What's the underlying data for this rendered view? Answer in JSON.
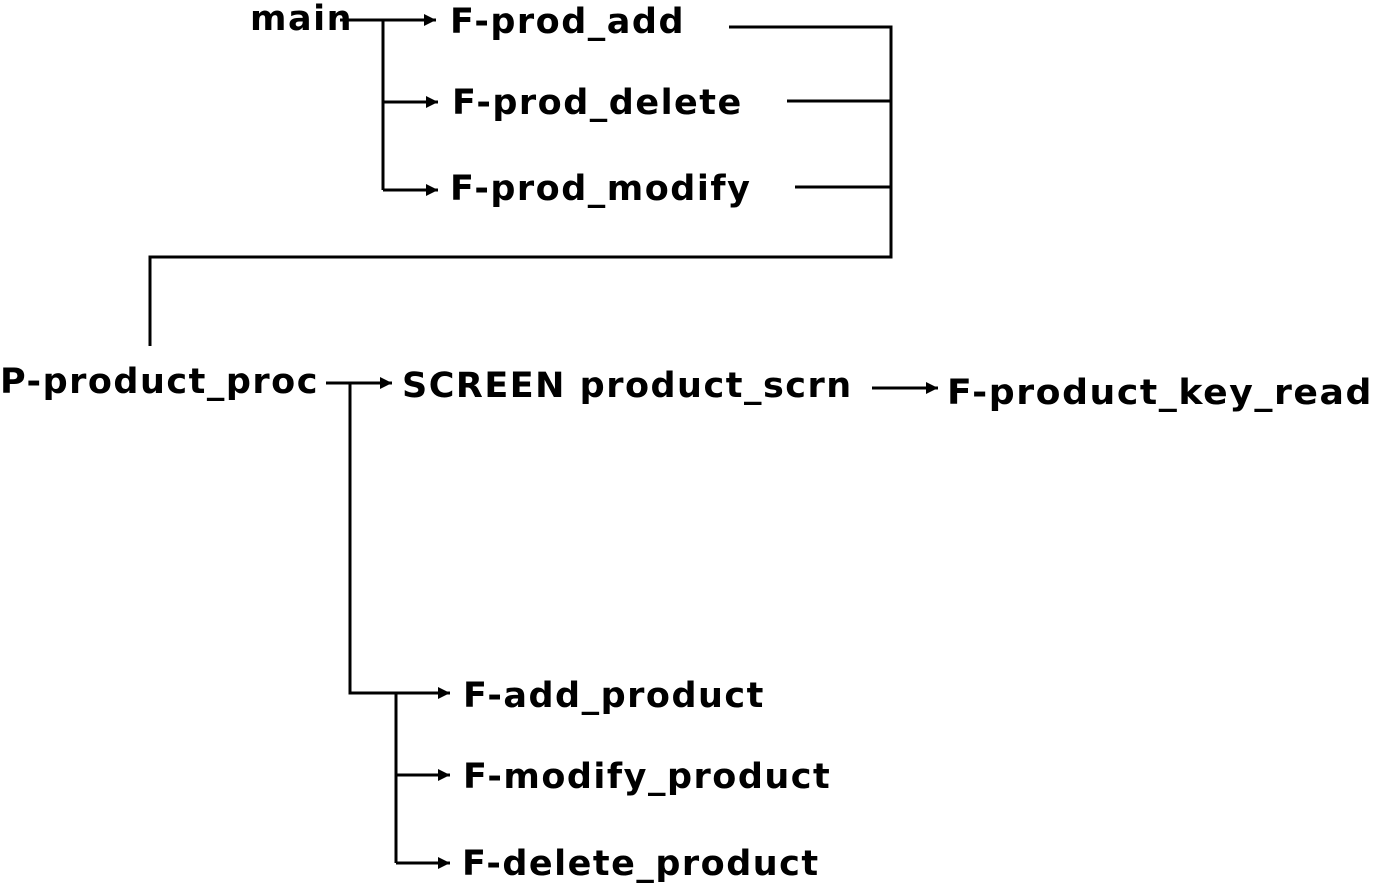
{
  "nodes": {
    "main": "main",
    "f_prod_add": "F-prod_add",
    "f_prod_delete": "F-prod_delete",
    "f_prod_modify": "F-prod_modify",
    "p_product_proc": "P-product_proc",
    "screen_product_scrn": "SCREEN product_scrn",
    "f_product_key_read": "F-product_key_read",
    "f_add_product": "F-add_product",
    "f_modify_product": "F-modify_product",
    "f_delete_product": "F-delete_product"
  },
  "colors": {
    "ink": "#000000",
    "background": "#ffffff"
  }
}
